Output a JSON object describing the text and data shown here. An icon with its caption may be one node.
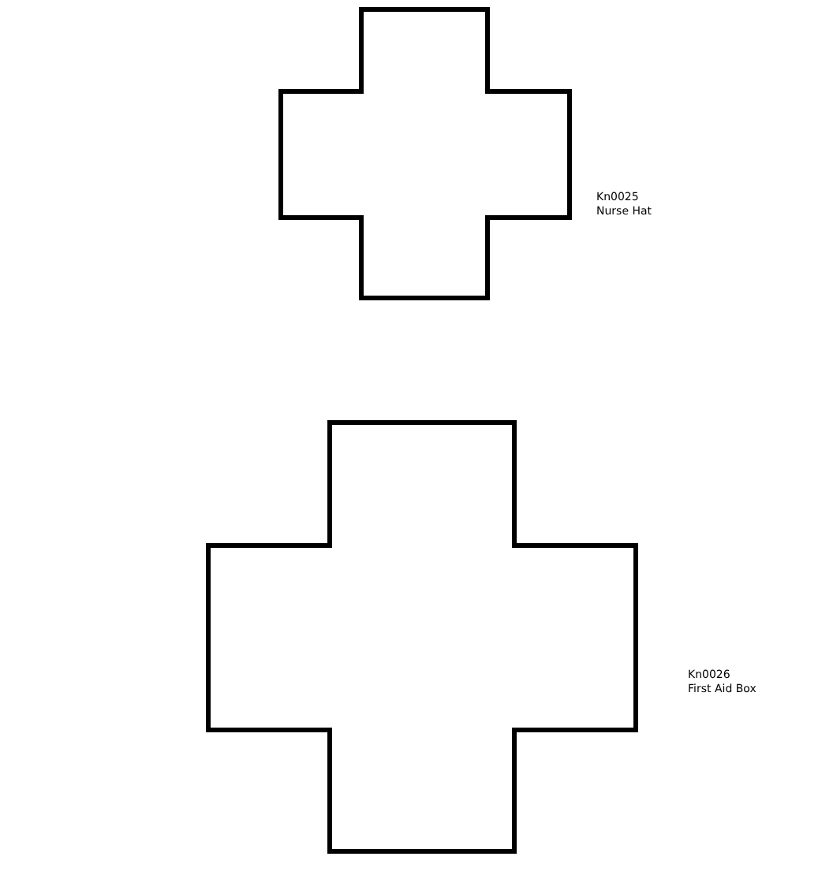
{
  "diagram": {
    "nodes": [
      {
        "text": [],
        "shape": "cross",
        "beside": [
          "Kn0025",
          "Nurse Hat"
        ]
      },
      {
        "text": [],
        "shape": "cross",
        "beside": [
          "Kn0026",
          "First Aid Box"
        ]
      }
    ]
  }
}
